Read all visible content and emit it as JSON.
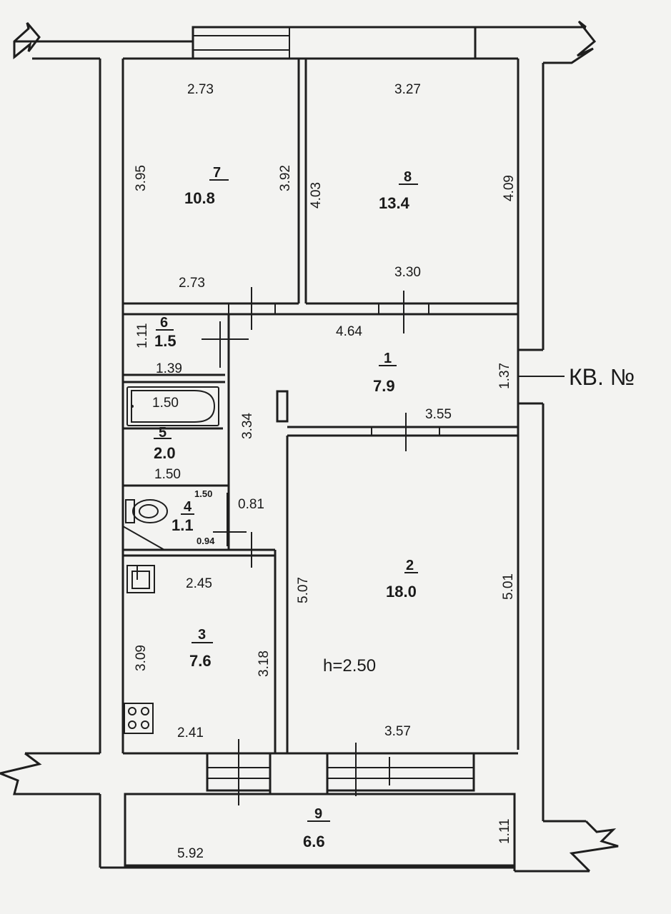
{
  "rooms": {
    "r7": {
      "num": "7",
      "area": "10.8",
      "dims": [
        "2.73",
        "3.95",
        "3.92",
        "2.73"
      ]
    },
    "r8": {
      "num": "8",
      "area": "13.4",
      "dims": [
        "3.27",
        "4.03",
        "4.09",
        "3.30"
      ]
    },
    "r6": {
      "num": "6",
      "area": "1.5",
      "dims": [
        "1.11",
        "1.39"
      ]
    },
    "r1": {
      "num": "1",
      "area": "7.9",
      "dims": [
        "4.64",
        "1.37",
        "3.55"
      ]
    },
    "r5": {
      "num": "5",
      "area": "2.0",
      "dims": [
        "1.50",
        "1.50",
        "3.34"
      ]
    },
    "r4": {
      "num": "4",
      "area": "1.1",
      "dims": [
        "1.50",
        "0.81",
        "0.94"
      ]
    },
    "r2": {
      "num": "2",
      "area": "18.0",
      "dims": [
        "5.07",
        "5.01",
        "3.57"
      ],
      "height": "h=2.50"
    },
    "r3": {
      "num": "3",
      "area": "7.6",
      "dims": [
        "2.45",
        "3.09",
        "3.18",
        "2.41"
      ]
    },
    "r9": {
      "num": "9",
      "area": "6.6",
      "dims": [
        "5.92",
        "1.11"
      ]
    }
  },
  "apartment_label": "КВ. №"
}
